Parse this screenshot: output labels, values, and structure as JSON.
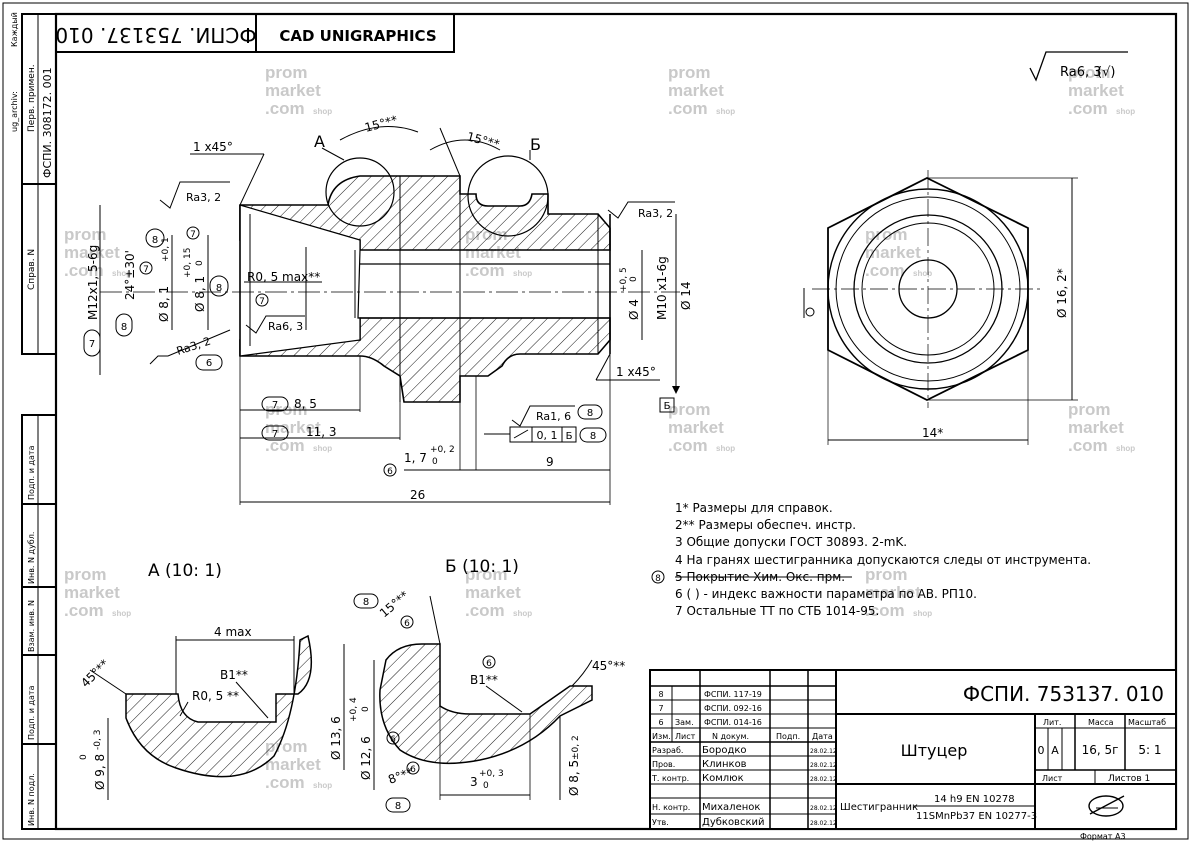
{
  "header": {
    "number_mirrored": "ФСПИ. 753137. 010",
    "cad": "CAD UNIGRAPHICS",
    "side_caption": "Каждый",
    "side_archive": "ug_archiv:",
    "first_use_label": "Перв. примен.",
    "first_use_value": "ФСПИ. 308172. 001",
    "ref_label": "Справ. N"
  },
  "watermark": {
    "l1": "prom",
    "l2": "market",
    "l3": ".com",
    "l4": "shop"
  },
  "roughness": {
    "general": "Ra6, 3",
    "r1": "Ra3, 2",
    "r2": "Ra3, 2",
    "r3": "Ra3, 2",
    "r4": "Ra6, 3",
    "r5": "Ra1, 6"
  },
  "main_view": {
    "chamfer1": "1 x45°",
    "chamfer2": "1 x45°",
    "angle1": "15°**",
    "angle2": "15°**",
    "detail_a": "А",
    "detail_b": "Б",
    "thread_m12": "M12x1, 5-6g",
    "angle24": "24°±30'",
    "d81a": "Ø 8, 1",
    "d81a_tol": "+0, 1",
    "d81b": "Ø 8, 1",
    "d81b_tol_up": "+0, 15",
    "d81b_tol_dn": "0",
    "r05": "R0, 5 max**",
    "d4": "Ø 4",
    "d4_tol_up": "+0, 5",
    "d4_tol_dn": "0",
    "thread_m10": "M10 x1-6g",
    "d14": "Ø 14",
    "dim85": "8, 5",
    "dim113": "11, 3",
    "dim17": "1, 7",
    "dim17_tol_up": "+0, 2",
    "dim17_tol_dn": "0",
    "dim9": "9",
    "dim26": "26",
    "tol_value": "0, 1",
    "datum": "Б",
    "datum_b": "Б",
    "callouts": {
      "c7": "7",
      "c8": "8",
      "c6": "6"
    }
  },
  "end_view": {
    "d162": "Ø 16, 2*",
    "width14": "14*"
  },
  "notes": [
    "1*  Размеры для справок.",
    "2**  Размеры обеспеч. инстр.",
    "3  Общие допуски ГОСТ 30893. 2-mK.",
    "4  На гранях шестигранника допускаются следы от инструмента.",
    "5  Покрытие Хим. Окс. прм.",
    "6  (   ) - индекс важности параметра по АВ. РП10.",
    "7  Остальные ТТ по СТБ 1014-95."
  ],
  "detail_a_view": {
    "title": "А (10: 1)",
    "dim4max": "4 max",
    "angle45": "45°**",
    "b1": "B1**",
    "r05": "R0, 5 **",
    "d98": "Ø 9, 8",
    "d98_tol_up": "0",
    "d98_tol_dn": "-0, 3"
  },
  "detail_b_view": {
    "title": "Б (10: 1)",
    "angle15": "15°**",
    "angle45": "45°**",
    "b1": "B1**",
    "d136": "Ø 13, 6",
    "d126": "Ø 12, 6",
    "d126_tol_up": "+0, 4",
    "d126_tol_dn": "0",
    "angle8": "8°**",
    "dim3": "3",
    "dim3_tol_up": "+0, 3",
    "dim3_tol_dn": "0",
    "d85": "Ø 8, 5",
    "d85_tol": "±0, 2"
  },
  "title_block": {
    "doc_number": "ФСПИ. 753137. 010",
    "part_name": "Штуцер",
    "lit_label": "Лит.",
    "mass_label": "Масса",
    "scale_label": "Масштаб",
    "lit1": "0",
    "lit2": "А",
    "mass": "16, 5г",
    "scale": "5: 1",
    "sheet_label": "Лист",
    "sheets_label": "Листов 1",
    "material_label": "Шестигранник",
    "material_line1": "14 h9 EN 10278",
    "material_line2": "11SMnPb37 EN 10277-3",
    "format": "Формат А3",
    "changes": [
      {
        "n": "8",
        "doc": "ФСПИ. 117-19"
      },
      {
        "n": "7",
        "doc": "ФСПИ. 092-16"
      },
      {
        "n": "6",
        "col": "Зам.",
        "doc": "ФСПИ. 014-16"
      }
    ],
    "col_headers": [
      "Изм.",
      "Лист",
      "N докум.",
      "Подп.",
      "Дата"
    ],
    "signers": [
      {
        "role": "Разраб.",
        "name": "Бородко",
        "date": "28.02.12"
      },
      {
        "role": "Пров.",
        "name": "Клинков",
        "date": "28.02.12"
      },
      {
        "role": "Т. контр.",
        "name": "Комлюк",
        "date": "28.02.12"
      },
      {
        "role": "",
        "name": "",
        "date": ""
      },
      {
        "role": "Н. контр.",
        "name": "Михаленок",
        "date": "28.02.12"
      },
      {
        "role": "Утв.",
        "name": "Дубковский",
        "date": "28.02.12"
      }
    ]
  },
  "left_margin": [
    "Инв. N подл.",
    "Подп. и дата",
    "Взам. инв. N",
    "Инв. N дубл.",
    "Подп. и дата"
  ]
}
